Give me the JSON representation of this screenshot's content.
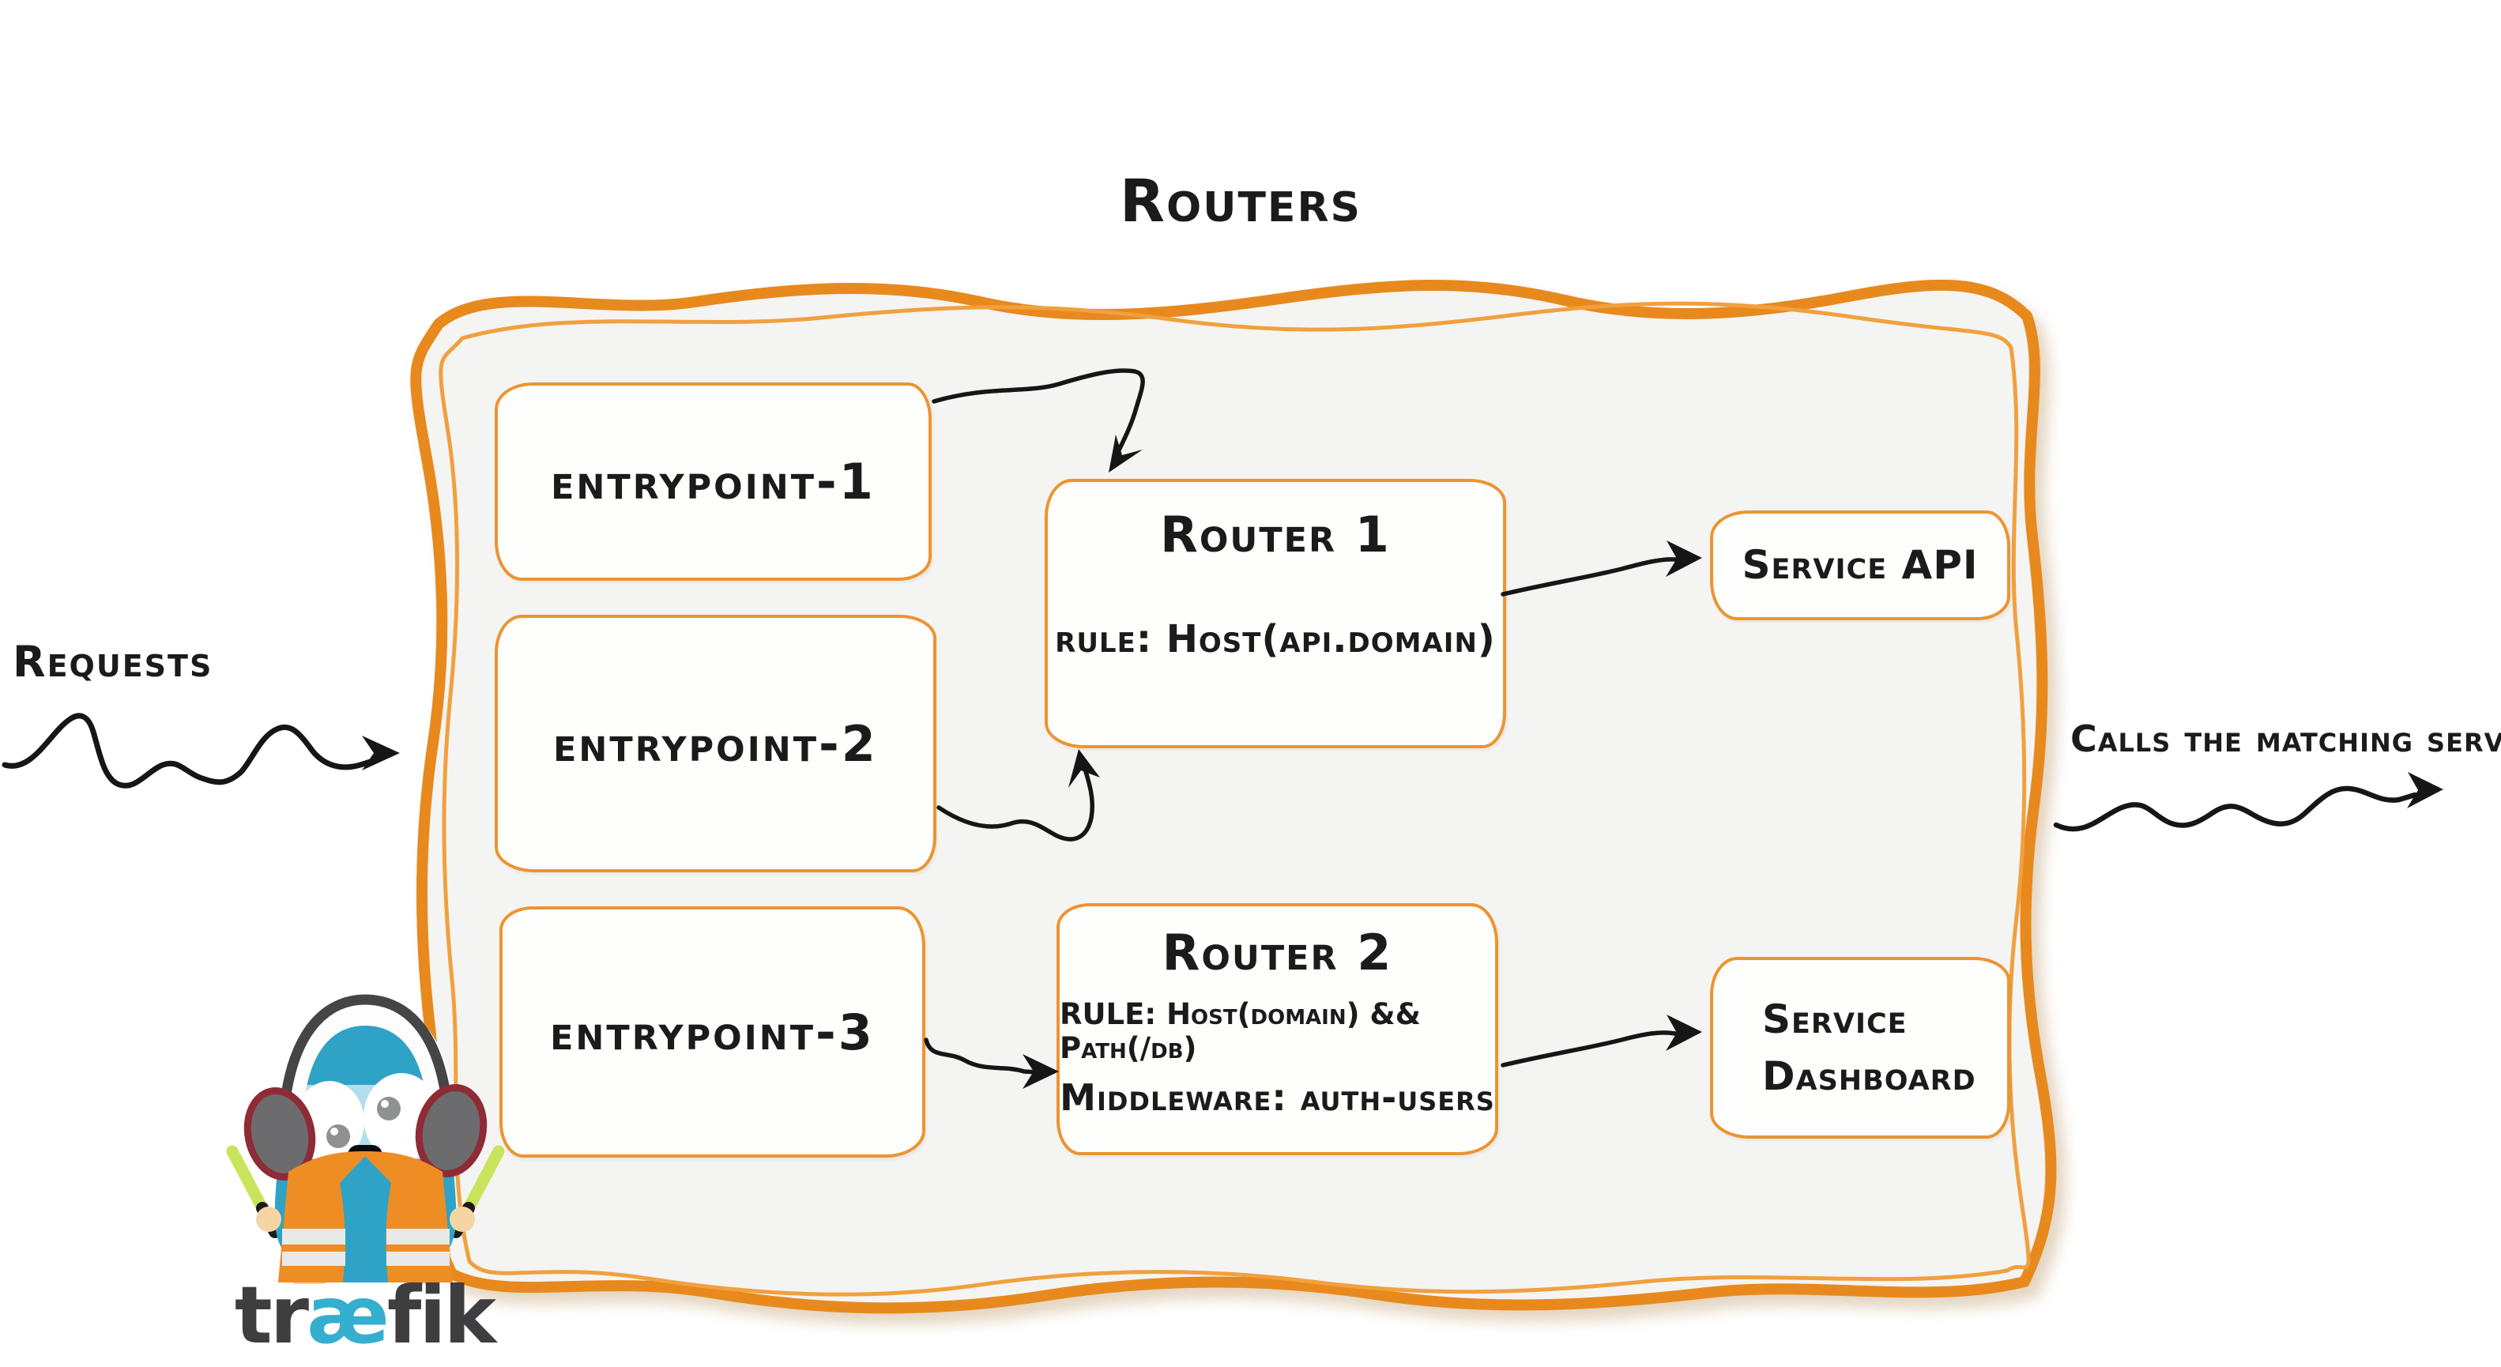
{
  "title": "Routers",
  "annotations": {
    "requests": "Requests",
    "calls_matching_server": "Calls the matching server"
  },
  "entrypoints": [
    {
      "label": "entrypoint-1"
    },
    {
      "label": "entrypoint-2"
    },
    {
      "label": "entrypoint-3"
    }
  ],
  "routers": [
    {
      "name": "Router 1",
      "rule": "rule: Host(api.domain)"
    },
    {
      "name": "Router 2",
      "rule": "RULE: Host(domain) && Path(/db)",
      "middleware": "Middleware: auth-users"
    }
  ],
  "services": [
    {
      "label": "Service API"
    },
    {
      "label": "Service Dashboard"
    }
  ],
  "logo": {
    "wordmark_part1": "tr",
    "wordmark_part2": "æ",
    "wordmark_part3": "fik"
  },
  "colors": {
    "container_border": "#E8891E",
    "container_border_light": "#F1A03E",
    "container_fill": "#F4F4F3",
    "box_border": "#EC9431",
    "text": "#1B1B1B",
    "arrow": "#161616",
    "logo_dark": "#3E3E40",
    "logo_accent": "#35AFCF",
    "mascot_body": "#2FA3C6",
    "mascot_vest": "#EF8D25",
    "mascot_baton": "#C9E45A"
  }
}
